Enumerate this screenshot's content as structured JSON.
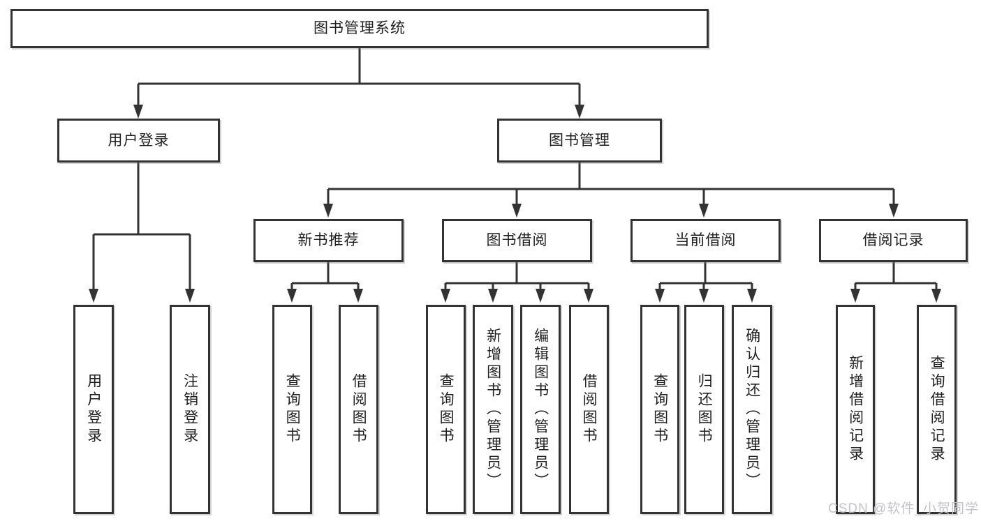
{
  "diagram": {
    "root": {
      "label": "图书管理系统"
    },
    "branches": [
      {
        "label": "用户登录",
        "children": [
          "用户登录",
          "注销登录"
        ]
      },
      {
        "label": "图书管理",
        "sections": [
          {
            "label": "新书推荐",
            "children": [
              "查询图书",
              "借阅图书"
            ]
          },
          {
            "label": "图书借阅",
            "children": [
              "查询图书",
              "新增图书（管理员）",
              "编辑图书（管理员）",
              "借阅图书"
            ]
          },
          {
            "label": "当前借阅",
            "children": [
              "查询图书",
              "归还图书",
              "确认归还（管理员）"
            ]
          },
          {
            "label": "借阅记录",
            "children": [
              "新增借阅记录",
              "查询借阅记录"
            ]
          }
        ]
      }
    ]
  },
  "watermark": {
    "text": "CSDN @软件_小贺同学"
  },
  "colors": {
    "line": "#333333",
    "box_border": "#333333",
    "box_fill": "#ffffff",
    "text": "#1f1f1f",
    "watermark": "#c4c4c8",
    "background": "#ffffff"
  }
}
